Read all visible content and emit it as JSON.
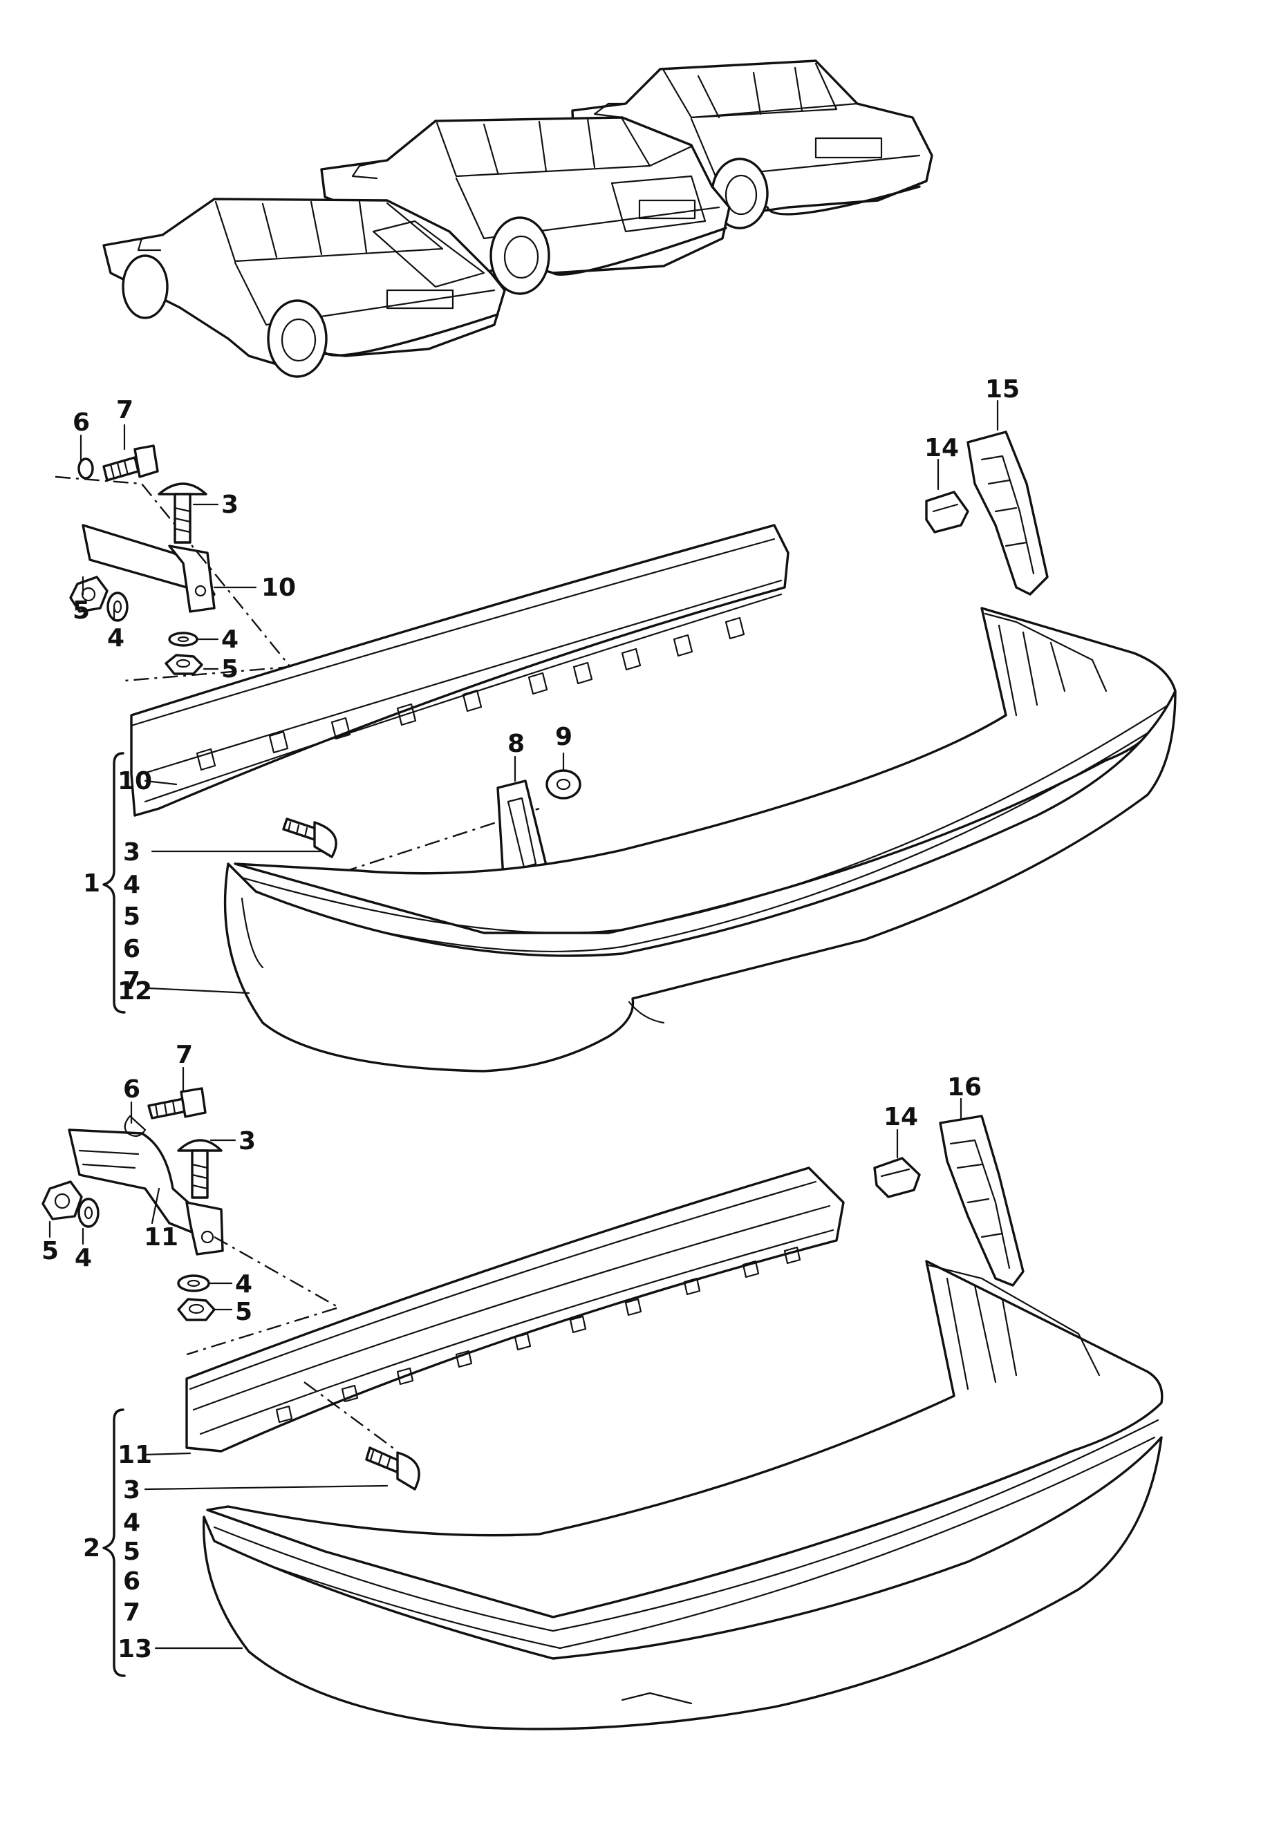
{
  "labels": [
    {
      "id": "15",
      "text": "15"
    },
    {
      "id": "14a",
      "text": "14"
    },
    {
      "id": "6a",
      "text": "6"
    },
    {
      "id": "7a",
      "text": "7"
    },
    {
      "id": "3a",
      "text": "3"
    },
    {
      "id": "10a",
      "text": "10"
    },
    {
      "id": "5a",
      "text": "5"
    },
    {
      "id": "4a",
      "text": "4"
    },
    {
      "id": "4b",
      "text": "4"
    },
    {
      "id": "5b",
      "text": "5"
    },
    {
      "id": "8",
      "text": "8"
    },
    {
      "id": "9",
      "text": "9"
    },
    {
      "id": "10b",
      "text": "10"
    },
    {
      "id": "3b",
      "text": "3"
    },
    {
      "id": "1",
      "text": "1"
    },
    {
      "id": "4c",
      "text": "4"
    },
    {
      "id": "5c",
      "text": "5"
    },
    {
      "id": "6c",
      "text": "6"
    },
    {
      "id": "7c",
      "text": "7"
    },
    {
      "id": "12",
      "text": "12"
    },
    {
      "id": "6b",
      "text": "6"
    },
    {
      "id": "7b",
      "text": "7"
    },
    {
      "id": "3c",
      "text": "3"
    },
    {
      "id": "16",
      "text": "16"
    },
    {
      "id": "14b",
      "text": "14"
    },
    {
      "id": "5d",
      "text": "5"
    },
    {
      "id": "4d",
      "text": "4"
    },
    {
      "id": "11a",
      "text": "11"
    },
    {
      "id": "4e",
      "text": "4"
    },
    {
      "id": "5e",
      "text": "5"
    },
    {
      "id": "11b",
      "text": "11"
    },
    {
      "id": "3d",
      "text": "3"
    },
    {
      "id": "2",
      "text": "2"
    },
    {
      "id": "4f",
      "text": "4"
    },
    {
      "id": "5f",
      "text": "5"
    },
    {
      "id": "6d",
      "text": "6"
    },
    {
      "id": "7d",
      "text": "7"
    },
    {
      "id": "13",
      "text": "13"
    }
  ]
}
